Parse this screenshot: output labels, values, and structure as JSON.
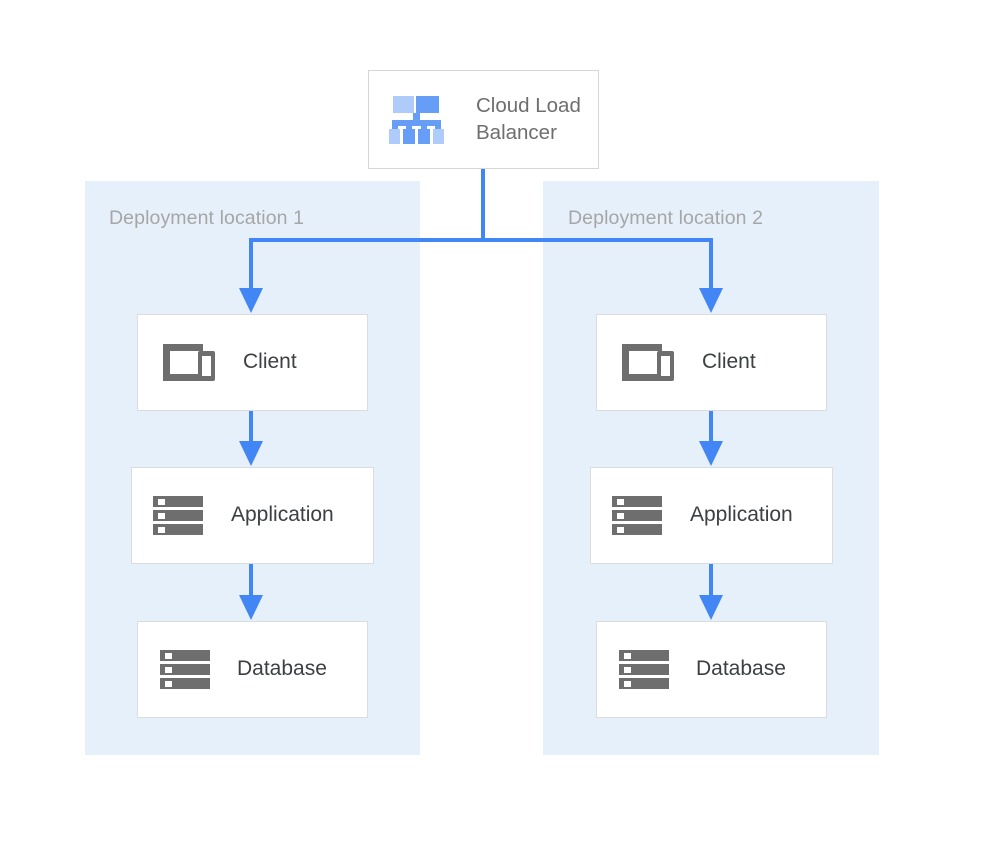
{
  "diagram": {
    "title_node": {
      "label": "Cloud Load\nBalancer",
      "icon": "load-balancer-icon"
    },
    "zones": [
      {
        "label": "Deployment location 1",
        "nodes": [
          {
            "label": "Client",
            "icon": "devices-icon"
          },
          {
            "label": "Application",
            "icon": "server-stack-icon"
          },
          {
            "label": "Database",
            "icon": "server-stack-icon"
          }
        ]
      },
      {
        "label": "Deployment location 2",
        "nodes": [
          {
            "label": "Client",
            "icon": "devices-icon"
          },
          {
            "label": "Application",
            "icon": "server-stack-icon"
          },
          {
            "label": "Database",
            "icon": "server-stack-icon"
          }
        ]
      }
    ],
    "colors": {
      "zone_background": "#e6f0fb",
      "connector_blue": "#4285f4",
      "icon_gray": "#6e6e6e",
      "icon_blue_dark": "#669df6",
      "icon_blue_light": "#aecbfa",
      "label_gray": "#a6a6a6",
      "node_text": "#3c4043",
      "node_border": "#dcdcdc",
      "page_background": "#ffffff"
    }
  }
}
